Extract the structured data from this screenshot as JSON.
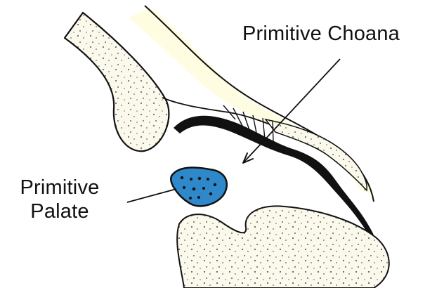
{
  "labels": {
    "primitive_choana": "Primitive Choana",
    "primitive_palate": [
      "Primitive",
      "Palate"
    ]
  },
  "colors": {
    "background": "#ffffff",
    "tissue_fill": "#fbf9ec",
    "yellow_layer": "#fffde1",
    "outline": "#111111",
    "palate_blue": "#2f88c9",
    "stipple": "#222222"
  }
}
